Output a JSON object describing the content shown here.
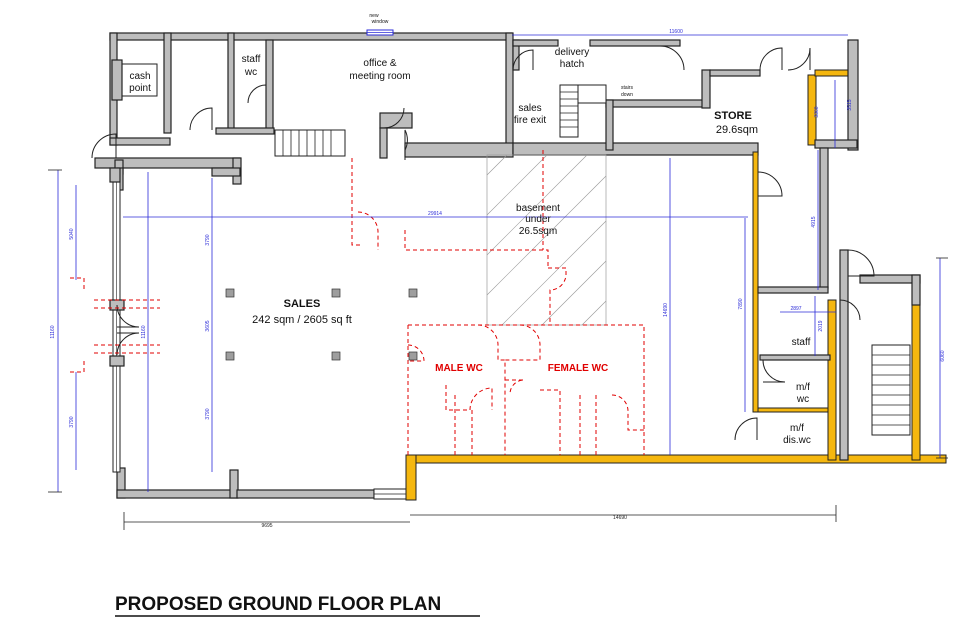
{
  "title": "PROPOSED GROUND FLOOR PLAN",
  "rooms": {
    "cash_point": [
      "cash",
      "point"
    ],
    "staff_wc": [
      "staff",
      "wc"
    ],
    "office": [
      "office &",
      "meeting room"
    ],
    "delivery": [
      "delivery",
      "hatch"
    ],
    "sales_fire_exit": [
      "sales",
      "fire exit"
    ],
    "store_name": "STORE",
    "store_area": "29.6sqm",
    "basement": [
      "basement",
      "under",
      "26.5sqm"
    ],
    "sales_name": "SALES",
    "sales_area": "242 sqm / 2605 sq ft",
    "male_wc": "MALE WC",
    "female_wc": "FEMALE WC",
    "staff": "staff",
    "mf_wc": [
      "m/f",
      "wc"
    ],
    "mf_dis_wc": [
      "m/f",
      "dis.wc"
    ],
    "new_window": [
      "new",
      "window"
    ],
    "stairs_note": [
      "stairs",
      "down"
    ]
  },
  "dimensions": {
    "top_overall": "11600",
    "sales_width": "29914",
    "left_overall": "11160",
    "left_inner": "11160",
    "bay_top": "5040",
    "bay_bottom": "3790",
    "col_upper": "3790",
    "col_mid": "3605",
    "col_lower": "3790",
    "right_depth": "14690",
    "store_right": "7890",
    "store_left": "4915",
    "store_top": "3360",
    "store_top2": "3515",
    "staff_w": "2897",
    "staff_h": "2019",
    "far_right": "6060",
    "bottom_left": "9695",
    "bottom_right": "14690"
  },
  "colors": {
    "wall_fill": "#bdbdbd",
    "new_wall": "#f5b70f",
    "dimension": "#2b2bd8",
    "proposed": "#e00000"
  }
}
